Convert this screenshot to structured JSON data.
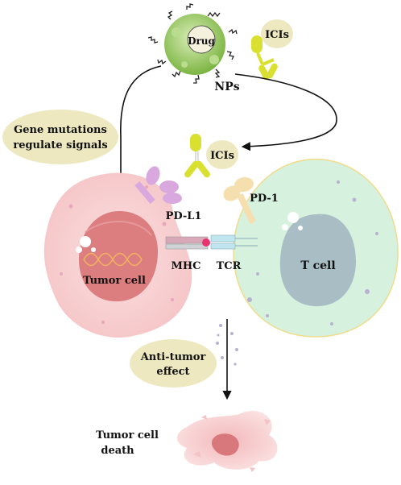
{
  "labels": {
    "drug": "Drug",
    "icis_top": "ICIs",
    "nps": "NPs",
    "gene_line1": "Gene mutations",
    "gene_line2": "regulate signals",
    "icis_mid": "ICIs",
    "pd1": "PD-1",
    "pdl1": "PD-L1",
    "mhc": "MHC",
    "tcr": "TCR",
    "tumor_cell": "Tumor cell",
    "t_cell": "T cell",
    "anti_line1": "Anti-tumor",
    "anti_line2": "effect",
    "death_line1": "Tumor cell",
    "death_line2": "death"
  },
  "colors": {
    "np_green": "#8cc152",
    "tumor_pink": "#f8cfd0",
    "tumor_nucleus": "#dc7d80",
    "tcell_green": "#d6f1dd",
    "tcell_nucleus": "#a9bdc5",
    "label_ellipse": "#eee8c1",
    "antibody_yellow": "#d9e02f",
    "pdl1_purple": "#d9a8de",
    "pd1_peach": "#f6dfaf",
    "dna_orange": "#f0b060",
    "arrow": "#111111"
  },
  "icons": [
    "nanoparticle-icon",
    "antibody-icon",
    "dna-helix-icon",
    "receptor-icon",
    "arrow-icon"
  ]
}
